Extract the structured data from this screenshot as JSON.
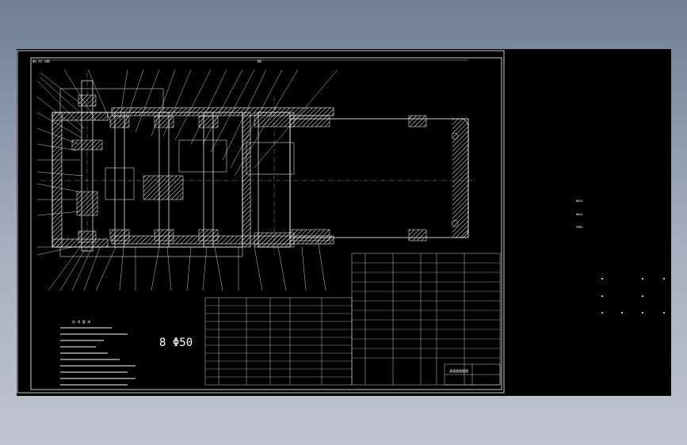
{
  "title_block": {
    "top_left_label": "ΦS 32 ×40",
    "top_dimension": "80",
    "note_heading": "技 术 要 求",
    "big_label": "8 Φ50",
    "bottom_title": "减速器装配图"
  },
  "side_legend": [
    "MOU3",
    "MOU3",
    "FMOX"
  ],
  "colors": {
    "background": "#000000",
    "line": "#ffffff",
    "hatch": "#ffffff",
    "frame": "#ffffff"
  }
}
